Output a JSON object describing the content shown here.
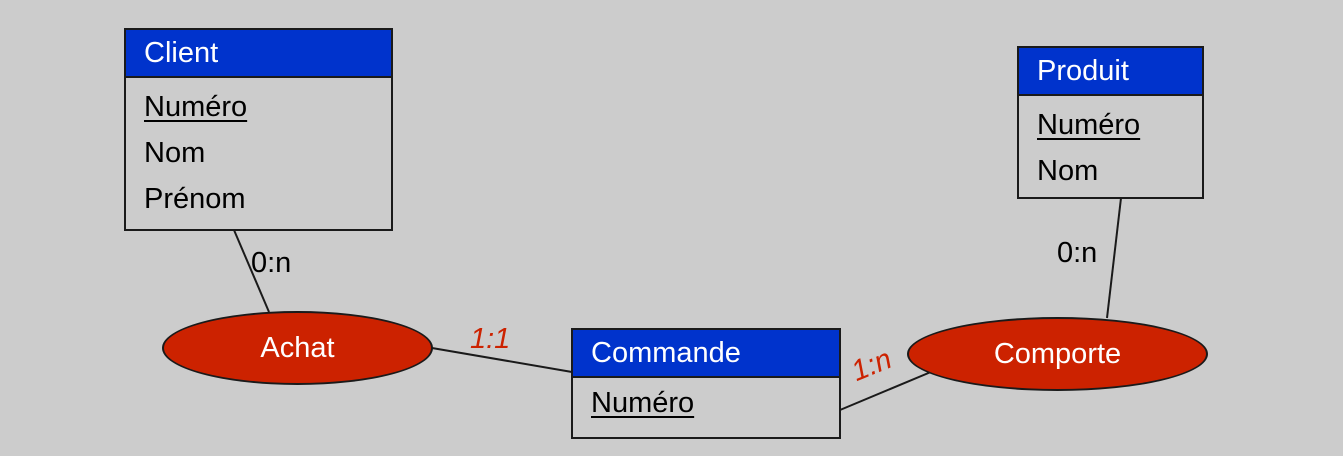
{
  "colors": {
    "background": "#cccccc",
    "entity_header": "#0033cc",
    "relation_fill": "#cc2200",
    "line": "#1a1a1a",
    "red_cardinality": "#cc2200"
  },
  "entities": {
    "client": {
      "name": "Client",
      "attributes": [
        {
          "label": "Numéro",
          "key": true
        },
        {
          "label": "Nom",
          "key": false
        },
        {
          "label": "Prénom",
          "key": false
        }
      ]
    },
    "produit": {
      "name": "Produit",
      "attributes": [
        {
          "label": "Numéro",
          "key": true
        },
        {
          "label": "Nom",
          "key": false
        }
      ]
    },
    "commande": {
      "name": "Commande",
      "attributes": [
        {
          "label": "Numéro",
          "key": true
        }
      ]
    }
  },
  "relations": {
    "achat": "Achat",
    "comporte": "Comporte"
  },
  "cardinalities": {
    "client_achat": "0:n",
    "achat_commande": "1:1",
    "commande_comporte": "1:n",
    "produit_comporte": "0:n"
  }
}
